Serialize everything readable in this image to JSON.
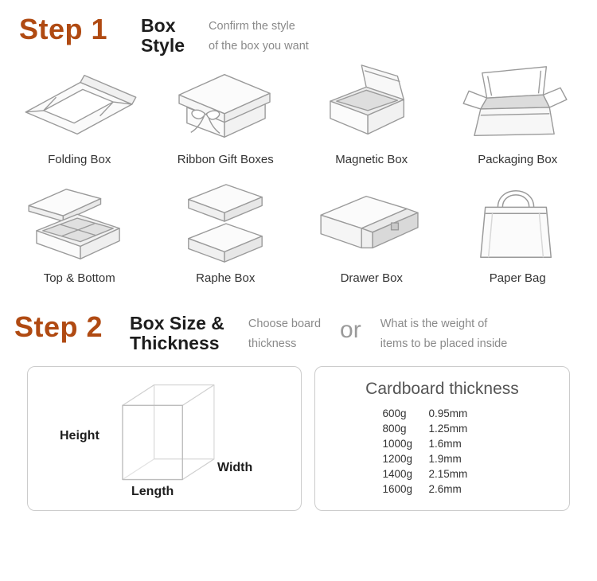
{
  "colors": {
    "accent": "#b04a12",
    "heading": "#1d1d1d",
    "muted": "#8a8a8a",
    "caption": "#333333",
    "line": "#9a9a9a"
  },
  "step1": {
    "label": "Step 1",
    "title": [
      "Box",
      "Style"
    ],
    "description": [
      "Confirm the style",
      "of the box you want"
    ],
    "items": [
      {
        "name": "Folding Box"
      },
      {
        "name": "Ribbon Gift Boxes"
      },
      {
        "name": "Magnetic Box"
      },
      {
        "name": "Packaging Box"
      },
      {
        "name": "Top & Bottom"
      },
      {
        "name": "Raphe Box"
      },
      {
        "name": "Drawer Box"
      },
      {
        "name": "Paper Bag"
      }
    ]
  },
  "step2": {
    "label": "Step 2",
    "title": [
      "Box Size &",
      "Thickness"
    ],
    "option_a": [
      "Choose board",
      "thickness"
    ],
    "connector": "or",
    "option_b": [
      "What is the weight of",
      "items to be placed inside"
    ],
    "size_panel": {
      "height_label": "Height",
      "width_label": "Width",
      "length_label": "Length"
    },
    "thickness_panel": {
      "title": "Cardboard thickness",
      "rows": [
        {
          "weight": "600g",
          "thickness": "0.95mm"
        },
        {
          "weight": "800g",
          "thickness": "1.25mm"
        },
        {
          "weight": "1000g",
          "thickness": "1.6mm"
        },
        {
          "weight": "1200g",
          "thickness": "1.9mm"
        },
        {
          "weight": "1400g",
          "thickness": "2.15mm"
        },
        {
          "weight": "1600g",
          "thickness": "2.6mm"
        }
      ]
    }
  }
}
